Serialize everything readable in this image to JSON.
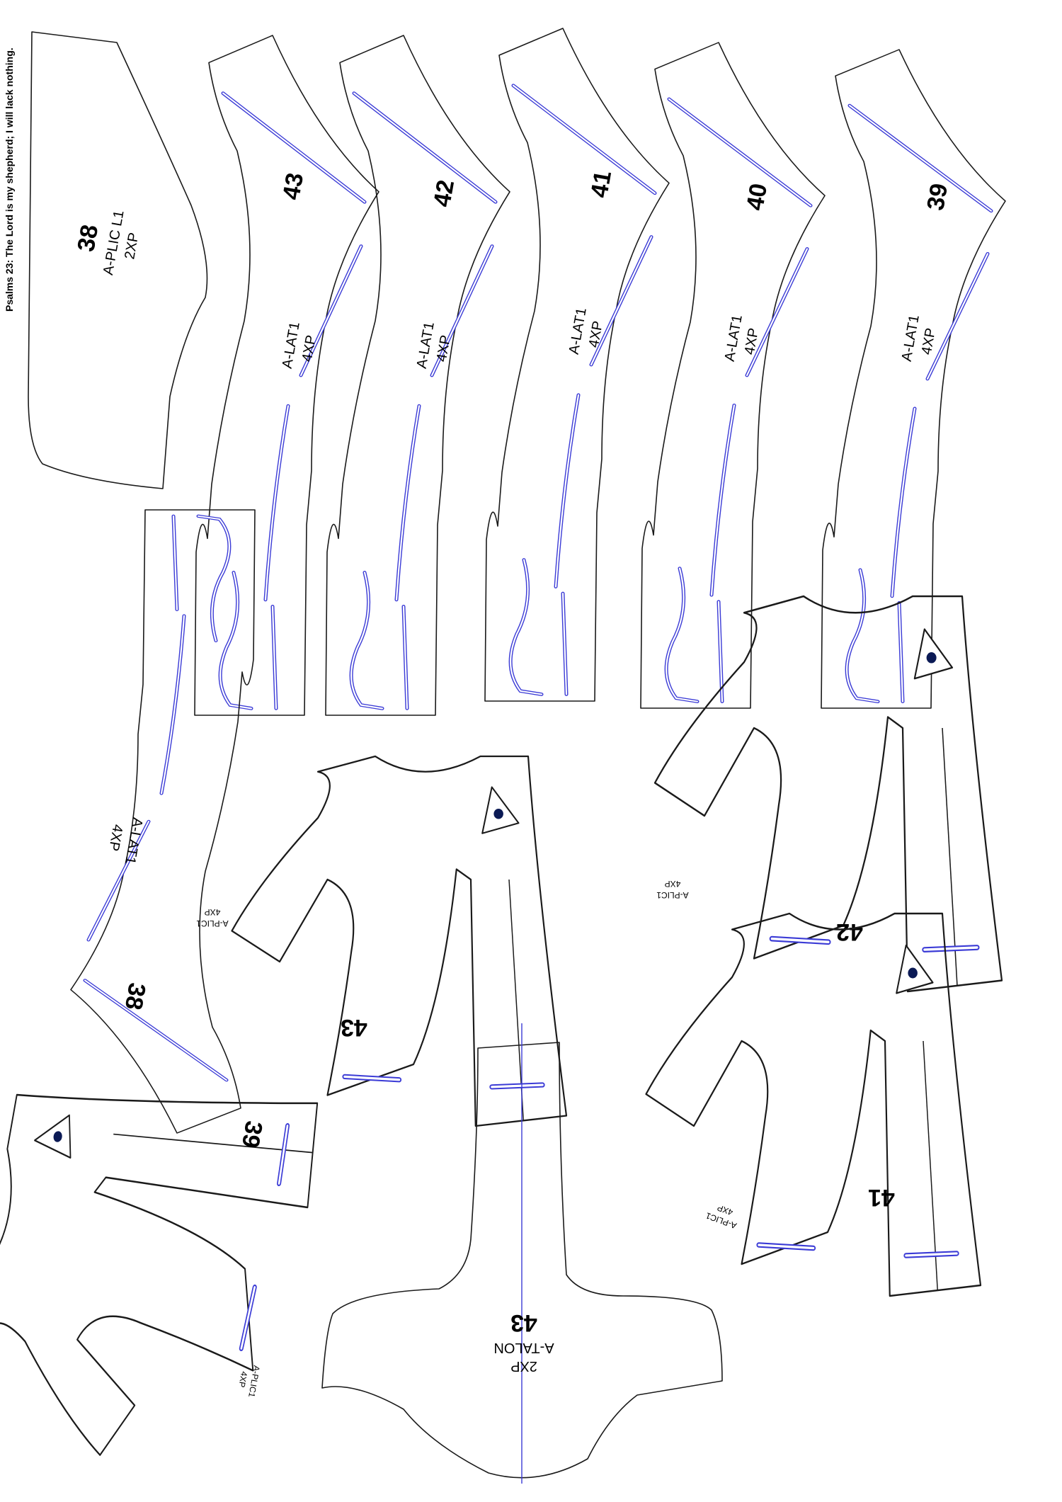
{
  "header": {
    "verse": "Psalms 23: The Lord is my shepherd; I will lack nothing."
  },
  "pieces": {
    "aplic_l1": {
      "size": "38",
      "code": "A-PLIC L1",
      "qty": "2XP"
    },
    "lat_43": {
      "size": "43",
      "code": "A-LAT1",
      "qty": "4XP"
    },
    "lat_42": {
      "size": "42",
      "code": "A-LAT1",
      "qty": "4XP"
    },
    "lat_41": {
      "size": "41",
      "code": "A-LAT1",
      "qty": "4XP"
    },
    "lat_40": {
      "size": "40",
      "code": "A-LAT1",
      "qty": "4XP"
    },
    "lat_39": {
      "size": "39",
      "code": "A-LAT1",
      "qty": "4XP"
    },
    "lat_38": {
      "size": "38",
      "code": "A-LAT1",
      "qty": "4XP"
    },
    "plic_43": {
      "size": "43",
      "code": "A-PLIC1",
      "qty": "4XP"
    },
    "plic_42": {
      "size": "42",
      "code": "A-PLIC1",
      "qty": "4XP"
    },
    "plic_41": {
      "size": "41",
      "code": "A-PLIC1",
      "qty": "4XP"
    },
    "plic_39": {
      "size": "39",
      "code": "A-PLIC1",
      "qty": "4XP"
    },
    "talon_43": {
      "size": "43",
      "code": "A-TALON",
      "qty": "2XP"
    }
  },
  "colors": {
    "outline": "#1a1a1a",
    "slot": "#3b3bd6",
    "punch": "#0b1a55"
  }
}
